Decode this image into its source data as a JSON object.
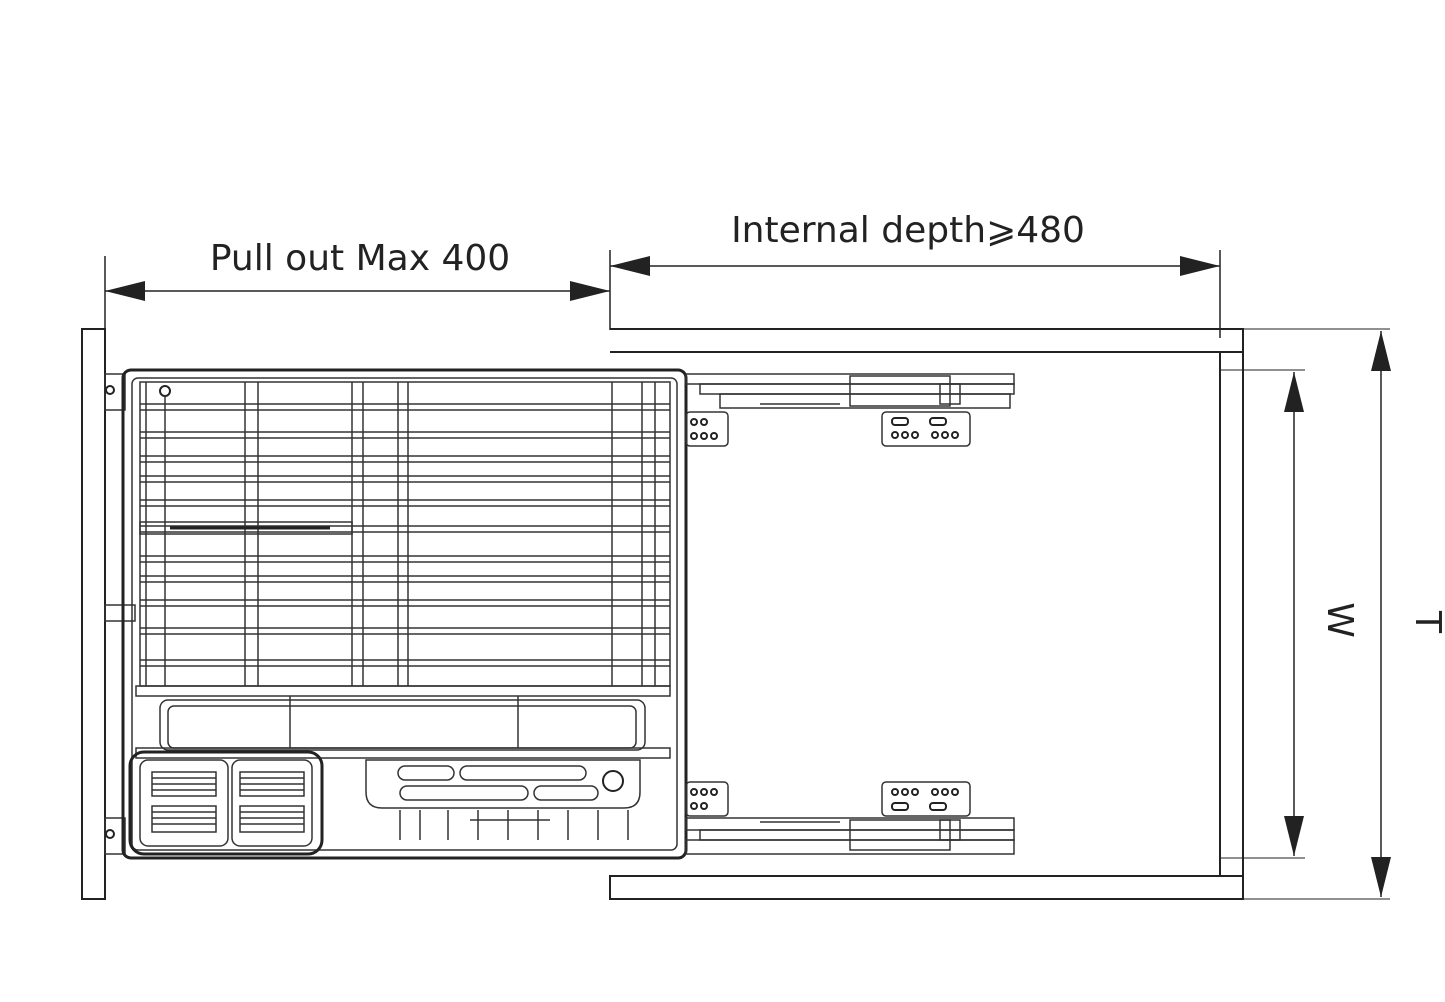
{
  "dimensions": {
    "pull_out": "Pull out Max 400",
    "internal_depth": "Internal depth⩾480",
    "width": "W",
    "total": "T"
  },
  "colors": {
    "line": "#222222",
    "background": "#ffffff"
  }
}
